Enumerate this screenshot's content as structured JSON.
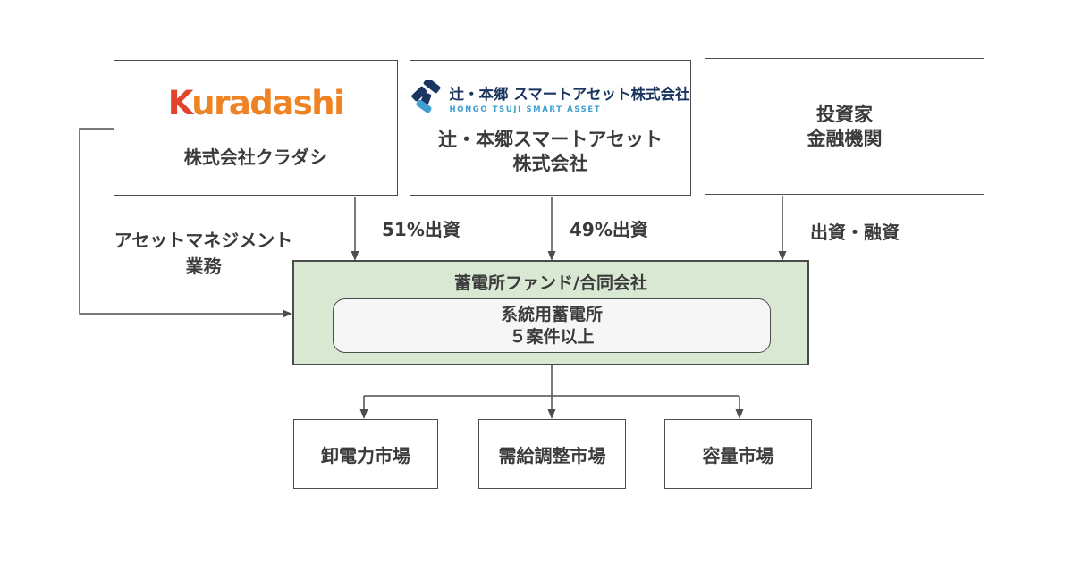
{
  "colors": {
    "line": "#4d4d4d",
    "box_border": "#4d4d4d",
    "text": "#3b3b3b",
    "fund_fill": "#d9e8d3",
    "fund_border": "#4a4a4a",
    "inner_fill": "#f6f6f6",
    "kuradashi_red": "#e2432c",
    "kuradashi_orange": "#ef8222",
    "tsuji_navy": "#1a3560",
    "tsuji_light_blue": "#3f9fd0"
  },
  "companies": {
    "kuradashi": {
      "logo_k": "K",
      "logo_rest": "uradashi",
      "name": "株式会社クラダシ"
    },
    "tsuji_hongo": {
      "logo_title": "辻・本郷 スマートアセット株式会社",
      "logo_subtitle": "HONGO TSUJI SMART ASSET",
      "name_line1": "辻・本郷スマートアセット",
      "name_line2": "株式会社"
    },
    "investor": {
      "line1": "投資家",
      "line2": "金融機関"
    }
  },
  "edges": {
    "asset_management": {
      "line1": "アセットマネジメント",
      "line2": "業務"
    },
    "equity_51": "51%出資",
    "equity_49": "49%出資",
    "equity_loan": "出資・融資"
  },
  "fund": {
    "title": "蓄電所ファンド/合同会社",
    "asset_line1": "系統用蓄電所",
    "asset_line2": "５案件以上"
  },
  "markets": [
    {
      "label": "卸電力市場"
    },
    {
      "label": "需給調整市場"
    },
    {
      "label": "容量市場"
    }
  ]
}
